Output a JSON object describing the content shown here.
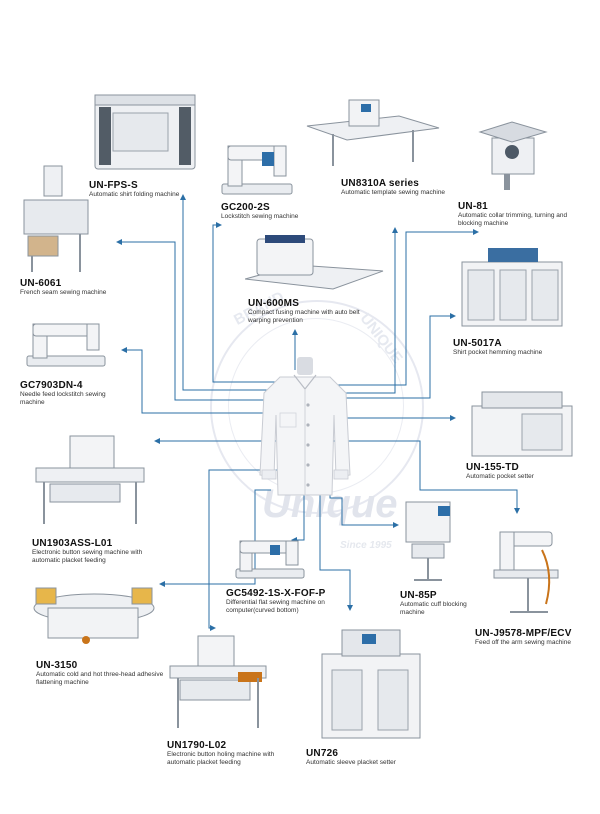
{
  "colors": {
    "arrow": "#2b6fa6",
    "machine_body": "#f2f4f7",
    "machine_dark": "#4d5966",
    "accent": "#c9741a"
  },
  "brand_watermark": {
    "top": "BRAND",
    "right": "UNIQUE",
    "logo": "Unique",
    "tagline": "Since 1995"
  },
  "products": [
    {
      "model": "UN-FPS-S",
      "desc": "Automatic shirt folding machine"
    },
    {
      "model": "GC200-2S",
      "desc": "Lockstitch sewing machine"
    },
    {
      "model": "UN8310A series",
      "desc": "Automatic template sewing machine"
    },
    {
      "model": "UN-81",
      "desc": "Automatic collar trimming, turning and blocking machine"
    },
    {
      "model": "UN-6061",
      "desc": "French seam sewing machine"
    },
    {
      "model": "UN-600MS",
      "desc": "Compact fusing machine with auto belt warping prevention"
    },
    {
      "model": "UN-5017A",
      "desc": "Shirt pocket hemming machine"
    },
    {
      "model": "GC7903DN-4",
      "desc": "Needle feed lockstitch sewing machine"
    },
    {
      "model": "UN-155-TD",
      "desc": "Automatic pocket setter"
    },
    {
      "model": "UN1903ASS-L01",
      "desc": "Electronic button sewing machine with automatic placket feeding"
    },
    {
      "model": "GC5492-1S-X-FOF-P",
      "desc": "Differential flat sewing machine on computer(curved bottom)"
    },
    {
      "model": "UN-85P",
      "desc": "Automatic cuff blocking machine"
    },
    {
      "model": "UN-J9578-MPF/ECV",
      "desc": "Feed off the arm sewing machine"
    },
    {
      "model": "UN-3150",
      "desc": "Automatic cold and hot three-head adhesive flattening machine"
    },
    {
      "model": "UN1790-L02",
      "desc": "Electronic button holing machine with automatic placket feeding"
    },
    {
      "model": "UN726",
      "desc": "Automatic sleeve placket setter"
    }
  ]
}
